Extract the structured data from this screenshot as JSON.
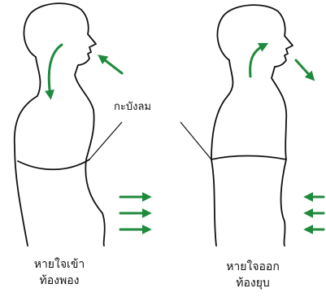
{
  "diaphragm_label": "กะบังลม",
  "inhale": {
    "line1": "หายใจเข้า",
    "line2": "ท้องพอง"
  },
  "exhale": {
    "line1": "หายใจออก",
    "line2": "ท้องยุบ"
  },
  "colors": {
    "arrow": "#1e8a3c",
    "outline": "#111111",
    "background": "#ffffff"
  }
}
